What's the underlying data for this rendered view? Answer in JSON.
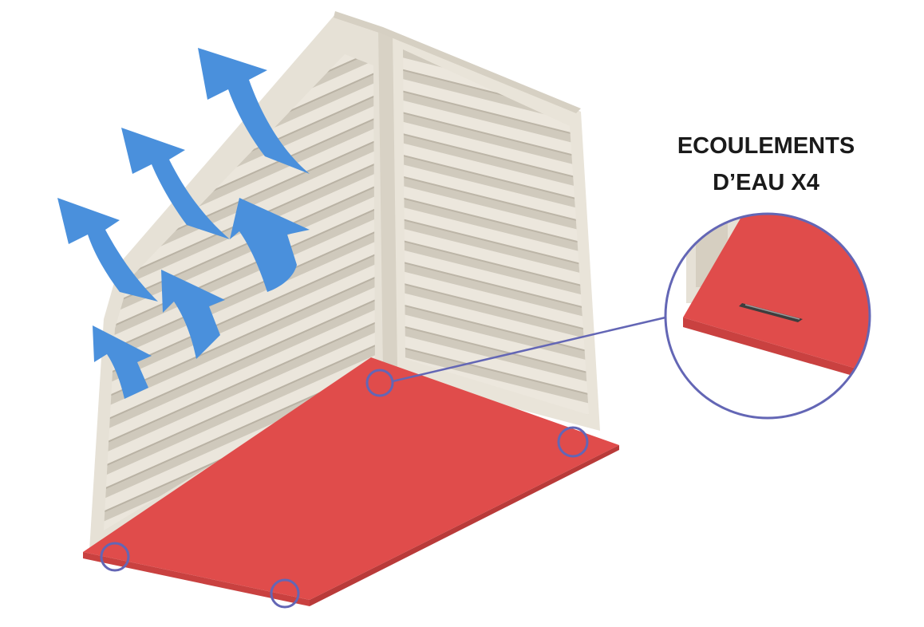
{
  "callout": {
    "line1": "ECOULEMENTS",
    "line2": "D’EAU X4"
  },
  "colors": {
    "casing": "#e6e1d6",
    "slat_light": "#ebe6dc",
    "slat_shadow": "#c9c3b6",
    "base": "#e04c4b",
    "base_dark": "#c94140",
    "arrow": "#4a90dc",
    "arrow_shade": "#3a78c4",
    "ring": "#6366b5"
  },
  "icons": [
    "airflow-arrow-icon",
    "drain-hole-marker",
    "magnifier-callout"
  ]
}
